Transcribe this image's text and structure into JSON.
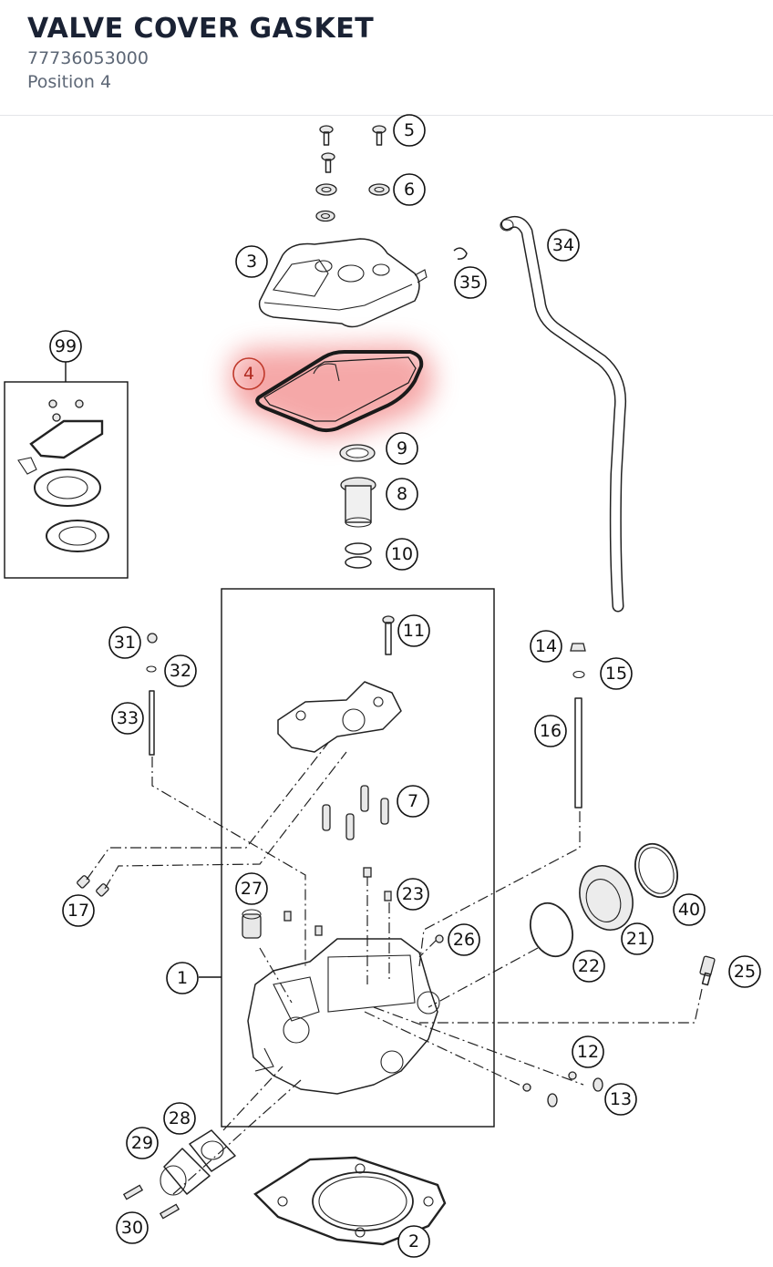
{
  "header": {
    "title": "VALVE COVER GASKET",
    "part_number": "77736053000",
    "position": "Position 4"
  },
  "highlight": {
    "position_number": "4",
    "color": "#e53935"
  },
  "callouts": [
    {
      "id": "c5",
      "label": "5"
    },
    {
      "id": "c6",
      "label": "6"
    },
    {
      "id": "c34",
      "label": "34"
    },
    {
      "id": "c3",
      "label": "3"
    },
    {
      "id": "c35",
      "label": "35"
    },
    {
      "id": "c99",
      "label": "99"
    },
    {
      "id": "c4",
      "label": "4"
    },
    {
      "id": "c9",
      "label": "9"
    },
    {
      "id": "c8",
      "label": "8"
    },
    {
      "id": "c10",
      "label": "10"
    },
    {
      "id": "c11",
      "label": "11"
    },
    {
      "id": "c31",
      "label": "31"
    },
    {
      "id": "c32",
      "label": "32"
    },
    {
      "id": "c33",
      "label": "33"
    },
    {
      "id": "c14",
      "label": "14"
    },
    {
      "id": "c15",
      "label": "15"
    },
    {
      "id": "c16",
      "label": "16"
    },
    {
      "id": "c7",
      "label": "7"
    },
    {
      "id": "c17",
      "label": "17"
    },
    {
      "id": "c27",
      "label": "27"
    },
    {
      "id": "c23",
      "label": "23"
    },
    {
      "id": "c40",
      "label": "40"
    },
    {
      "id": "c26",
      "label": "26"
    },
    {
      "id": "c21",
      "label": "21"
    },
    {
      "id": "c1",
      "label": "1"
    },
    {
      "id": "c22",
      "label": "22"
    },
    {
      "id": "c25",
      "label": "25"
    },
    {
      "id": "c12",
      "label": "12"
    },
    {
      "id": "c13",
      "label": "13"
    },
    {
      "id": "c28",
      "label": "28"
    },
    {
      "id": "c29",
      "label": "29"
    },
    {
      "id": "c30",
      "label": "30"
    },
    {
      "id": "c2",
      "label": "2"
    }
  ]
}
